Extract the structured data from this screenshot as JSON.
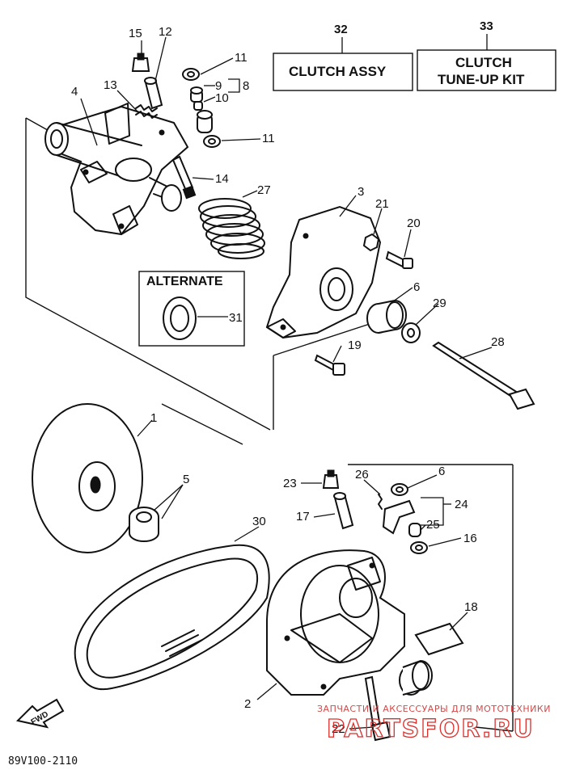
{
  "diagram": {
    "reference_boxes": [
      {
        "number": "32",
        "label": "CLUTCH ASSY"
      },
      {
        "number": "33",
        "label_line1": "CLUTCH",
        "label_line2": "TUNE-UP KIT"
      }
    ],
    "alternate_label": "ALTERNATE",
    "callouts": {
      "c1": "1",
      "c2": "2",
      "c3": "3",
      "c4": "4",
      "c5": "5",
      "c6a": "6",
      "c6b": "6",
      "c8": "8",
      "c9": "9",
      "c10": "10",
      "c11a": "11",
      "c11b": "11",
      "c12": "12",
      "c13": "13",
      "c14": "14",
      "c15": "15",
      "c16": "16",
      "c17": "17",
      "c18": "18",
      "c19": "19",
      "c20": "20",
      "c21": "21",
      "c22": "22",
      "c23": "23",
      "c24": "24",
      "c25": "25",
      "c26": "26",
      "c27": "27",
      "c28": "28",
      "c29": "29",
      "c30": "30",
      "c31": "31"
    },
    "fwd_label": "FWD",
    "drawing_code": "89V100-2110"
  },
  "watermark": {
    "small": "ЗАПЧАСТИ И АКСЕССУАРЫ ДЛЯ МОТОТЕХНИКИ",
    "large": "PARTSFOR.RU",
    "color": "#d9302c"
  }
}
